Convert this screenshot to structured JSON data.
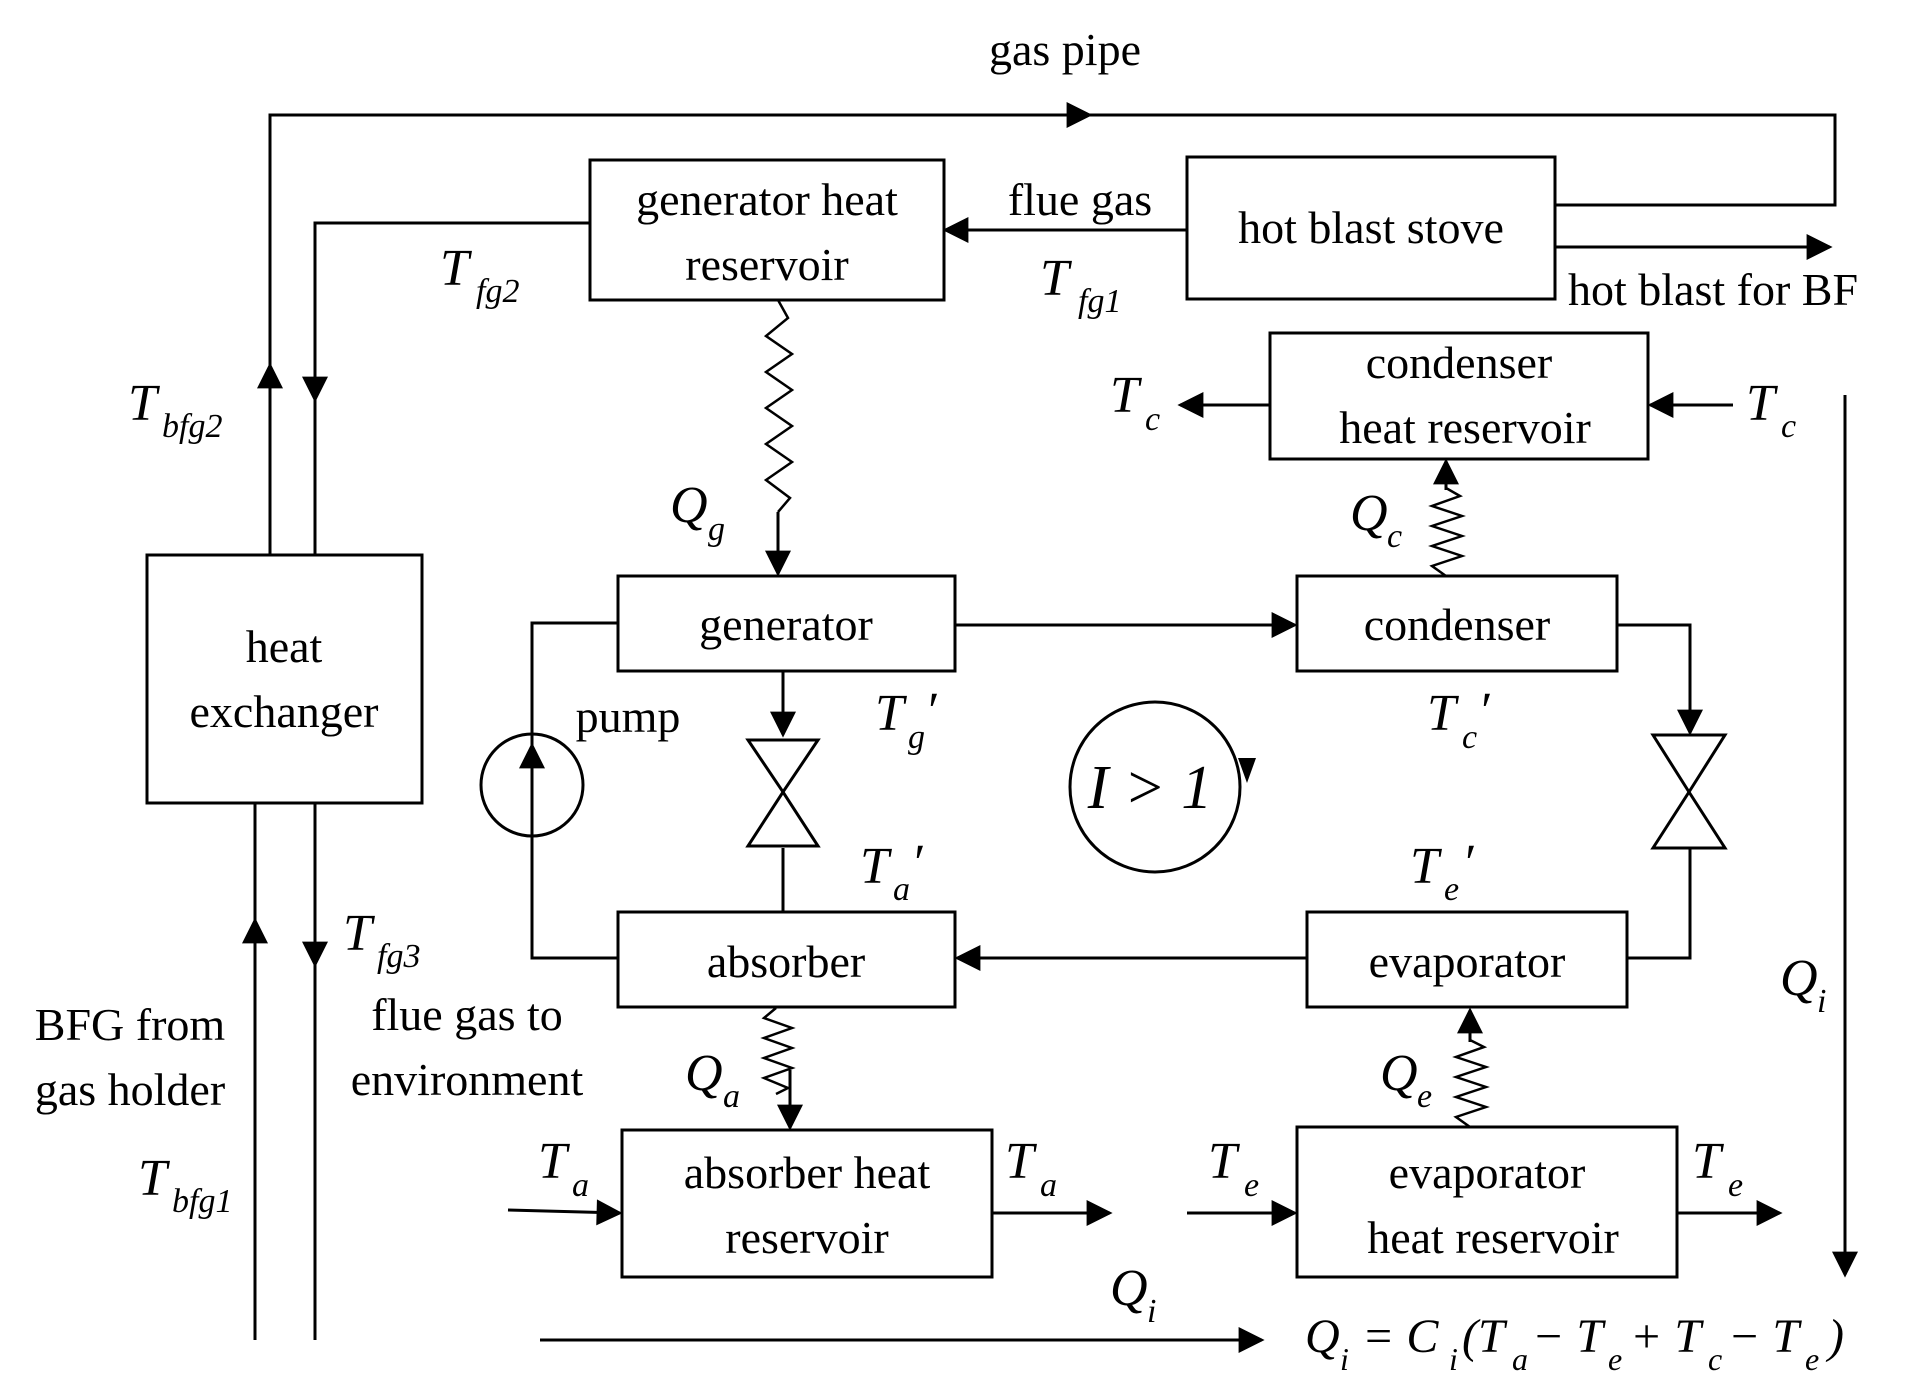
{
  "labels": {
    "gas_pipe": "gas pipe",
    "flue_gas": "flue gas",
    "hot_blast_for_bf": "hot blast for BF",
    "pump": "pump",
    "bfg_from_1": "BFG from",
    "bfg_from_2": "gas holder",
    "flue_to_env_1": "flue gas to",
    "flue_to_env_2": "environment"
  },
  "boxes": {
    "generator_reservoir_1": "generator heat",
    "generator_reservoir_2": "reservoir",
    "hot_blast_stove": "hot blast stove",
    "condenser_reservoir_1": "condenser",
    "condenser_reservoir_2": "heat reservoir",
    "heat_exchanger_1": "heat",
    "heat_exchanger_2": "exchanger",
    "generator": "generator",
    "condenser": "condenser",
    "absorber": "absorber",
    "evaporator": "evaporator",
    "absorber_reservoir_1": "absorber heat",
    "absorber_reservoir_2": "reservoir",
    "evaporator_reservoir_1": "evaporator",
    "evaporator_reservoir_2": "heat reservoir"
  },
  "symbols": {
    "T": "T",
    "Q": "Q",
    "prime": "′",
    "fg1": "fg1",
    "fg2": "fg2",
    "fg3": "fg3",
    "bfg1": "bfg1",
    "bfg2": "bfg2",
    "c": "c",
    "g": "g",
    "a": "a",
    "e": "e",
    "i": "i"
  },
  "cycle_label": "I > 1",
  "equation": {
    "lhs_Q": "Q",
    "lhs_sub": "i",
    "eq_part1": "= C",
    "eq_part1_sub": "i",
    "eq_part2": "(T",
    "eq_part2_sub": "a",
    "eq_part3": "− T",
    "eq_part3_sub": "e",
    "eq_part4": "+ T",
    "eq_part4_sub": "c",
    "eq_part5": "− T",
    "eq_part5_sub": "e",
    "eq_close": ")"
  }
}
